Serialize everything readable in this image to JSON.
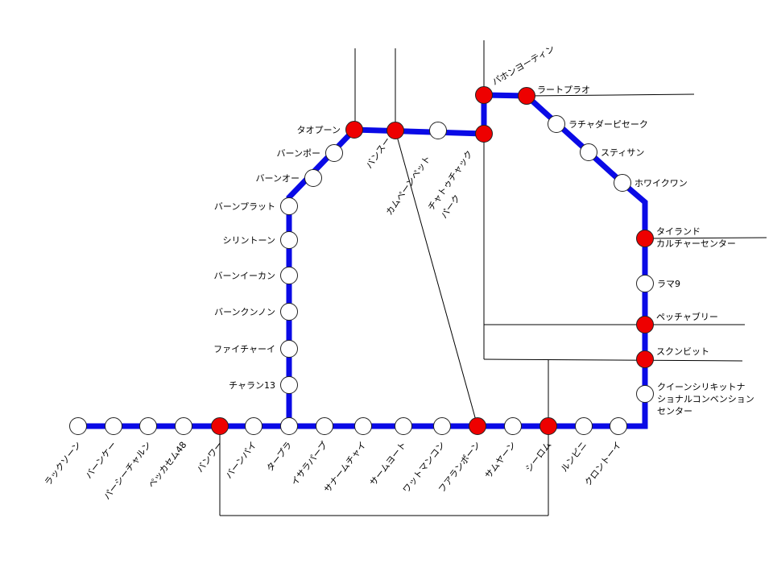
{
  "colors": {
    "line": "#0a0ae6",
    "interchange": "#ee0000",
    "station": "#ffffff",
    "connector": "#000000"
  },
  "stations": {
    "bottom": [
      "ラックソーン",
      "バーンケー",
      "パーシーチャルン",
      "ペッカセム48",
      "バンワー",
      "バーンパイ",
      "タープラ",
      "イサラパープ",
      "サナームチャイ",
      "サームヨート",
      "ワットマンコン",
      "フアランポーン",
      "サムヤーン",
      "シーロム",
      "ルンピニ",
      "クロントーイ"
    ],
    "left": [
      "チャラン13",
      "ファイチャーイ",
      "バーンクンノン",
      "バーンイーカン",
      "シリントーン",
      "バーンプラット",
      "バーンオー",
      "バーンポー",
      "タオプーン"
    ],
    "top": [
      "バンスー",
      "カムペーンペット",
      "チャトゥチャック",
      "パーク",
      "パホンヨーティン",
      "ラートプラオ"
    ],
    "right_diag": [
      "ラチャダーピセーク",
      "スティサン",
      "ホワイクワン"
    ],
    "right": [
      "タイランド",
      "カルチャーセンター",
      "ラマ9",
      "ペッチャブリー",
      "スクンビット",
      "クイーンシリキットナ",
      "ショナルコンベンション",
      "センター"
    ]
  }
}
